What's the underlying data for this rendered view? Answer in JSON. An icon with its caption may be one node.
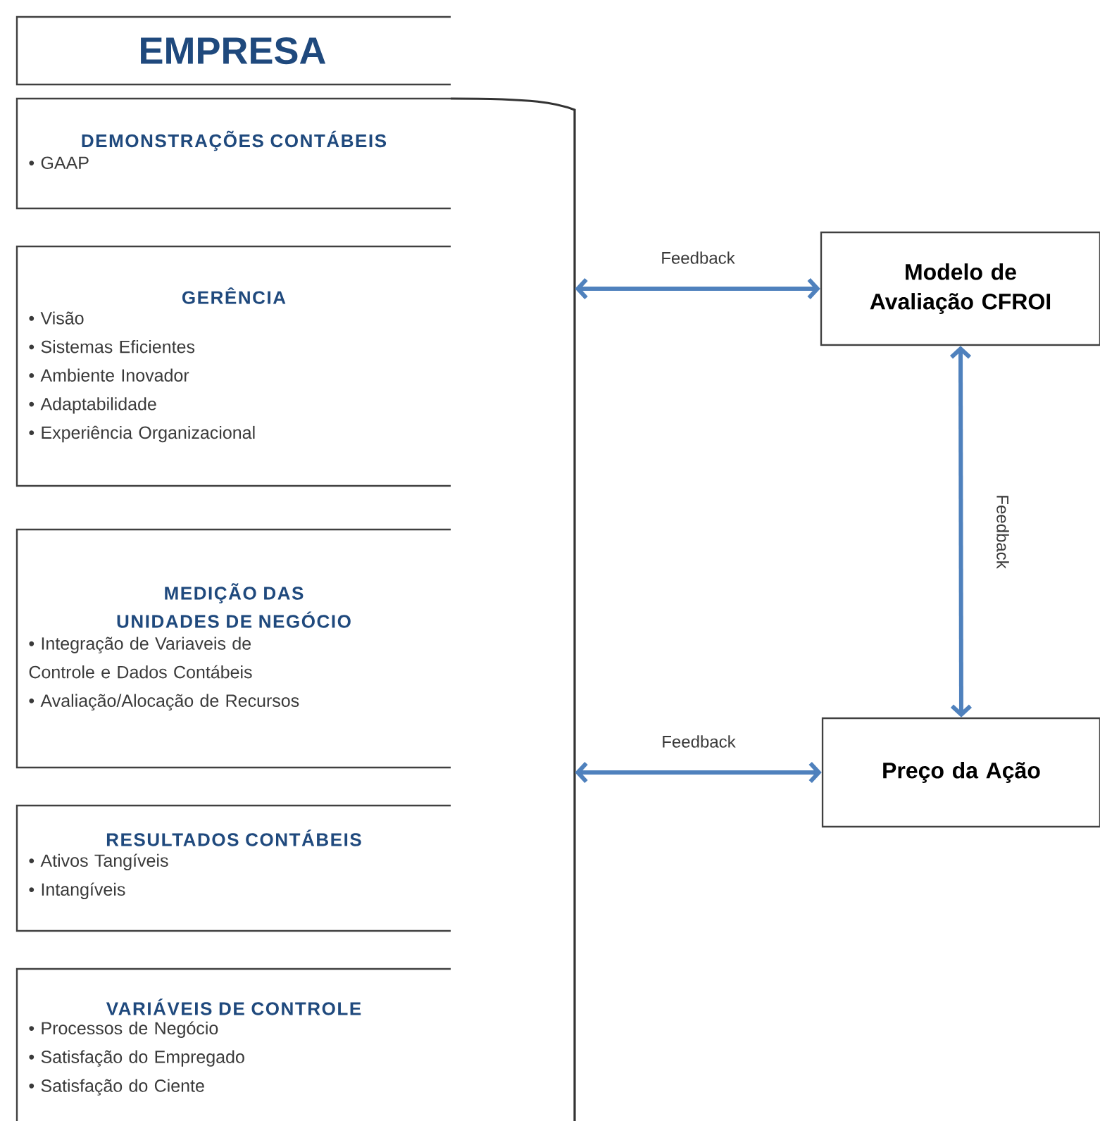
{
  "diagram": {
    "nodes": [
      {
        "text": [
          "EMPRESA"
        ]
      },
      {
        "text": [],
        "shape": "box"
      },
      {
        "text": [
          "DEMONSTRAÇÕES CONTÁBEIS",
          "• GAAP"
        ]
      },
      {
        "text": [
          "GERÊNCIA",
          "• Visão",
          "• Sistemas Eficientes",
          "• Ambiente Inovador",
          "• Adaptabilidade",
          "• Experiência Organizacional"
        ]
      },
      {
        "text": [
          "MEDIÇÃO DAS UNIDADES DE NEGÓCIO",
          "• Integração de Variaveis de Controle e Dados Contábeis",
          "• Avaliação/Alocação de Recursos"
        ]
      },
      {
        "text": [
          "RESULTADOS CONTÁBEIS",
          "• Ativos Tangíveis",
          "• Intangíveis"
        ]
      },
      {
        "text": [
          "VARIÁVEIS DE CONTROLE",
          "• Processos de Negócio",
          "• Satisfação do Empregado",
          "• Satisfação do Ciente"
        ]
      },
      {
        "text": [
          "Modelo de Avaliação CFROI"
        ]
      },
      {
        "text": [
          "Preço da Ação"
        ]
      }
    ],
    "edges": [
      {
        "from": 1,
        "to": 7,
        "arrow": "both",
        "label": "Feedback"
      },
      {
        "from": 7,
        "to": 8,
        "arrow": "both",
        "label": "Feedback"
      },
      {
        "from": 1,
        "to": 8,
        "arrow": "both",
        "label": "Feedback"
      }
    ]
  }
}
